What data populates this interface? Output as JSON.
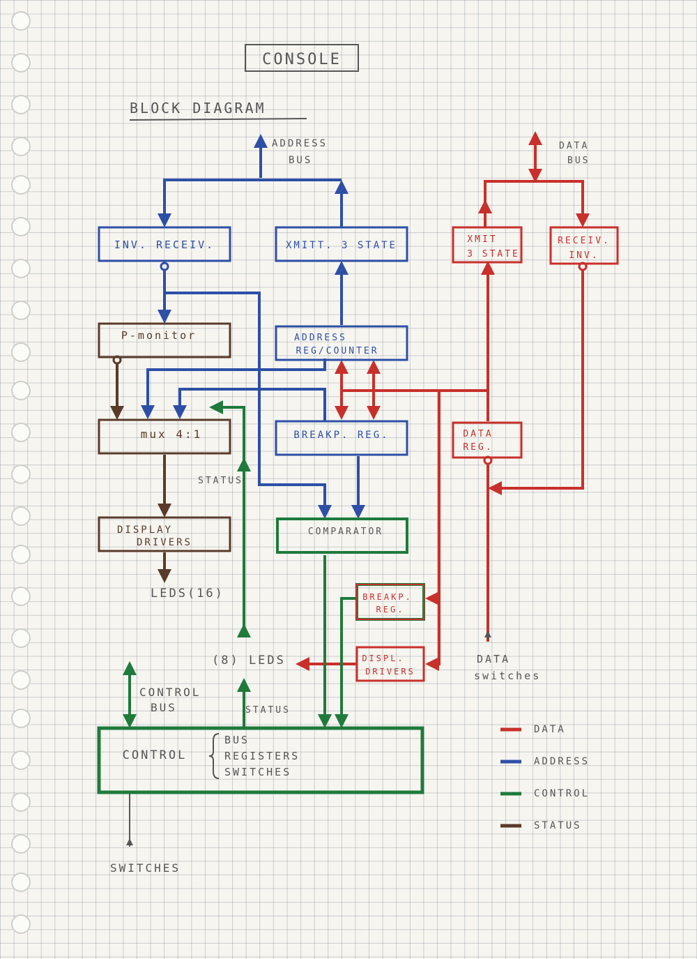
{
  "title": "CONSOLE",
  "subtitle": "BLOCK DIAGRAM",
  "colors": {
    "data": "#c8302c",
    "address": "#2e4fa6",
    "control": "#1f7a3c",
    "status": "#5a3a2a",
    "ink": "#555555"
  },
  "labels": {
    "address_bus_1": "ADDRESS",
    "address_bus_2": "BUS",
    "data_bus_1": "DATA",
    "data_bus_2": "BUS",
    "leds16": "LEDS(16)",
    "status_a": "STATUS",
    "leds8": "(8) LEDS",
    "control_bus_1": "CONTROL",
    "control_bus_2": "BUS",
    "status_b": "STATUS",
    "switches": "SWITCHES",
    "data_switches_1": "DATA",
    "data_switches_2": "switches"
  },
  "blocks": {
    "inv_receiv": "INV. RECEIV.",
    "xmitt_3state": "XMITT. 3 STATE",
    "xmit_3state_1": "XMIT",
    "xmit_3state_2": "3 STATE",
    "receiv_inv_1": "RECEIV.",
    "receiv_inv_2": "INV.",
    "p_monitor": "P-monitor",
    "address_reg_1": "ADDRESS",
    "address_reg_2": "REG/COUNTER",
    "mux": "mux 4:1",
    "breakp_reg": "BREAKP. REG.",
    "data_reg_1": "DATA",
    "data_reg_2": "REG.",
    "display_drivers_1": "DISPLAY",
    "display_drivers_2": "DRIVERS",
    "comparator": "COMPARATOR",
    "breakp_reg2_1": "BREAKP.",
    "breakp_reg2_2": "REG.",
    "displ_drivers_1": "DISPL.",
    "displ_drivers_2": "DRIVERS",
    "control": "CONTROL",
    "control_bus": "BUS",
    "control_registers": "REGISTERS",
    "control_switches": "SWITCHES"
  },
  "legend": [
    {
      "label": "DATA",
      "color": "#c8302c"
    },
    {
      "label": "ADDRESS",
      "color": "#2e4fa6"
    },
    {
      "label": "CONTROL",
      "color": "#1f7a3c"
    },
    {
      "label": "STATUS",
      "color": "#5a3a2a"
    }
  ]
}
